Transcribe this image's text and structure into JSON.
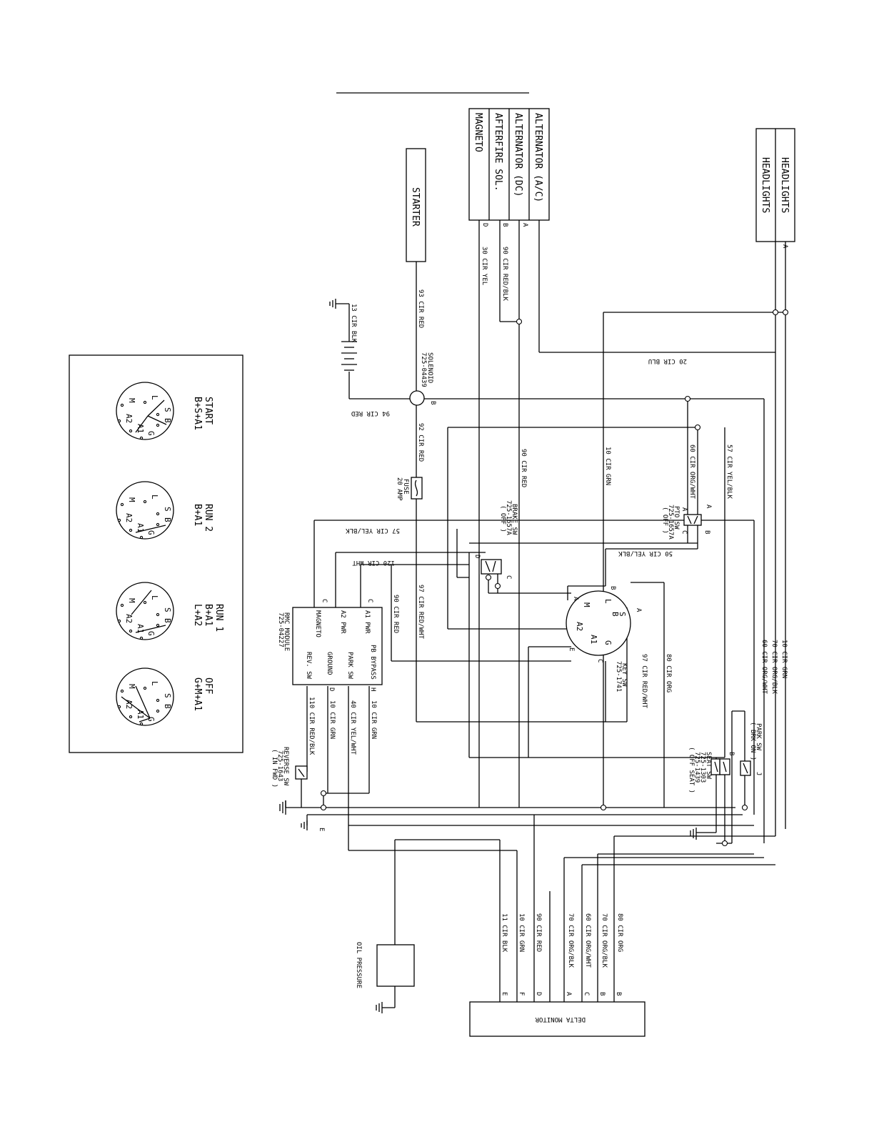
{
  "components": {
    "headlights_1": "HEADLIGHTS",
    "headlights_2": "HEADLIGHTS",
    "headlights_pin": "A",
    "alt_ac": "ALTERNATOR (A/C)",
    "alt_dc": "ALTERNATOR (DC)",
    "afterfire": "AFTERFIRE SOL.",
    "magneto": "MAGNETO",
    "conn_pin_a": "A",
    "conn_pin_b": "B",
    "conn_pin_d": "D",
    "starter": "STARTER",
    "solenoid_1": "SOLENOID",
    "solenoid_2": "725-04439",
    "solenoid_pin": "B",
    "fuse_1": "FUSE",
    "fuse_2": "20 AMP",
    "pto_1": "PTO SW",
    "pto_2": "725-1657A",
    "pto_3": "( OFF )",
    "brake_1": "BRAKE SW",
    "brake_2": "725-1657A",
    "brake_3": "( OFF )",
    "key_1": "KEY SW",
    "key_2": "725-1741",
    "rmc_1": "RMC MODULE",
    "rmc_2": "725-04227",
    "rmc_mag": "MAGNETO",
    "rmc_a2": "A2 PWR",
    "rmc_a1": "A1 PWR",
    "rmc_rev": "REV. SW",
    "rmc_gnd": "GROUND",
    "rmc_park": "PARK SW",
    "rmc_pb": "PB BYPASS",
    "rev_1": "REVERSE SW",
    "rev_2": "725-1643",
    "rev_3": "( IN FWD )",
    "seat_1": "SEAT SW",
    "seat_2": "725-1303",
    "seat_3": "725-1439",
    "seat_4": "( OFF SEAT )",
    "park_1": "PARK SW",
    "park_2": "( BRK ON )",
    "oil": "OIL PRESSURE",
    "delta": "DELTA MONITOR"
  },
  "wires": {
    "w20": "20 CIR BLU",
    "w90_top": "90 CIR RED/BLK",
    "w30": "30 CIR YEL",
    "w93": "93 CIR RED",
    "w13": "13 CIR BLK",
    "w94": "94 CIR RED",
    "w92": "92 CIR RED",
    "w90_red": "90 CIR RED",
    "w10_mid": "10 CIR GRN",
    "w60_orgwht": "60 CIR ORG/WHT",
    "w57_right": "57 CIR YEL/BLK",
    "w57_left": "57 CIR YEL/BLK",
    "w120": "120 CIR WHT",
    "w50": "50 CIR YEL/BLK",
    "w97_left": "97 CIR RED/WHT",
    "w90_left": "90 CIR RED",
    "w97_right": "97 CIR RED/WHT",
    "w80_org": "80 CIR ORG",
    "w10_far": "10 CIR GRN",
    "w70_far": "70 CIR ORG/BLK",
    "w60_far": "60 CIR ORG/WHT",
    "w10_rmc_h": "10 CIR GRN",
    "w40": "40 CIR YEL/WHT",
    "w10_rmc_d": "10 CIR GRN",
    "w110": "110 CIR RED/BLK",
    "d11": "11 CIR BLK",
    "d10": "10 CIR GRN",
    "d90": "90 CIR RED",
    "d70a": "70 CIR ORG/BLK",
    "d60": "60 CIR ORG/WHT",
    "d70b": "70 CIR ORG/BLK",
    "d80": "80 CIR ORG"
  },
  "pins": {
    "delta": [
      "E",
      "F",
      "D",
      "A",
      "C",
      "B",
      "B"
    ],
    "key": [
      "A",
      "B",
      "C",
      "E",
      "A"
    ],
    "key_letters": [
      "L",
      "S",
      "B",
      "G",
      "A1",
      "A2",
      "M"
    ],
    "pto": [
      "A",
      "B",
      "A",
      "C",
      "B"
    ],
    "brake": [
      "D",
      "C"
    ],
    "rmc": [
      "C",
      "C",
      "H",
      "D"
    ],
    "seat": "B",
    "park": "J",
    "ground_e": "E"
  },
  "legend": {
    "positions": [
      {
        "name": "START",
        "combo": "B+S+A1"
      },
      {
        "name": "RUN 2",
        "combo": "B+A1"
      },
      {
        "name": "RUN 1",
        "combo": "B+A1",
        "combo2": "L+A2"
      },
      {
        "name": "OFF",
        "combo": "G+M+A1"
      }
    ],
    "letters": [
      "L",
      "S",
      "B",
      "G",
      "A1",
      "A2",
      "M"
    ]
  }
}
